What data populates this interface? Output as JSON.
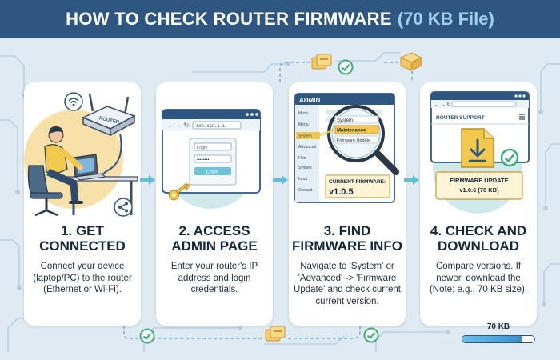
{
  "title": {
    "main": "HOW TO CHECK ROUTER FIRMWARE",
    "accent": "(70 KB File)"
  },
  "steps": [
    {
      "number": "1. GET",
      "heading": "CONNECTED",
      "description": "Connect your device (laptop/PC) to the router (Ethernet or Wi-Fi).",
      "art": {
        "router_label": "ROUTER"
      }
    },
    {
      "number": "2. ACCESS",
      "heading": "ADMIN PAGE",
      "description": "Enter your router's IP address and login credentials.",
      "art": {
        "address": "192.168.1.1",
        "login_placeholder": "Login",
        "password_mask": "••••••••",
        "login_button": "Login"
      }
    },
    {
      "number": "3. FIND",
      "heading": "FIRMWARE INFO",
      "description": "Navigate to 'System' or 'Advanced' -> 'Firmware Update' and check current current version.",
      "art": {
        "admin_title": "ADMIN",
        "menu": [
          "Menu",
          "Menu",
          "System",
          "Advanced",
          "Film",
          "Systers",
          "Input",
          "Contact"
        ],
        "magnifier_items": [
          "System",
          "Maintenance",
          "Firmware Update"
        ],
        "current_label": "CURRENT FIRMWARE:",
        "current_version": "v1.0.5"
      }
    },
    {
      "number": "4. CHECK AND",
      "heading": "DOWNLOAD",
      "description": "Compare versions. If newer, download the (Note: e.g., 70 KB size).",
      "art": {
        "support_title": "ROUTER SUPPORT",
        "update_label": "FIRMWARE UPDATE",
        "update_version": "v1.0.6 (70 KB)"
      }
    }
  ],
  "progress": {
    "label": "70 KB",
    "fraction": 0.82
  },
  "colors": {
    "header": "#2f5680",
    "accent": "#9fd0f0",
    "circle": "#cfe9ec",
    "check": "#3eae79",
    "arrow": "#5fc0d8"
  }
}
